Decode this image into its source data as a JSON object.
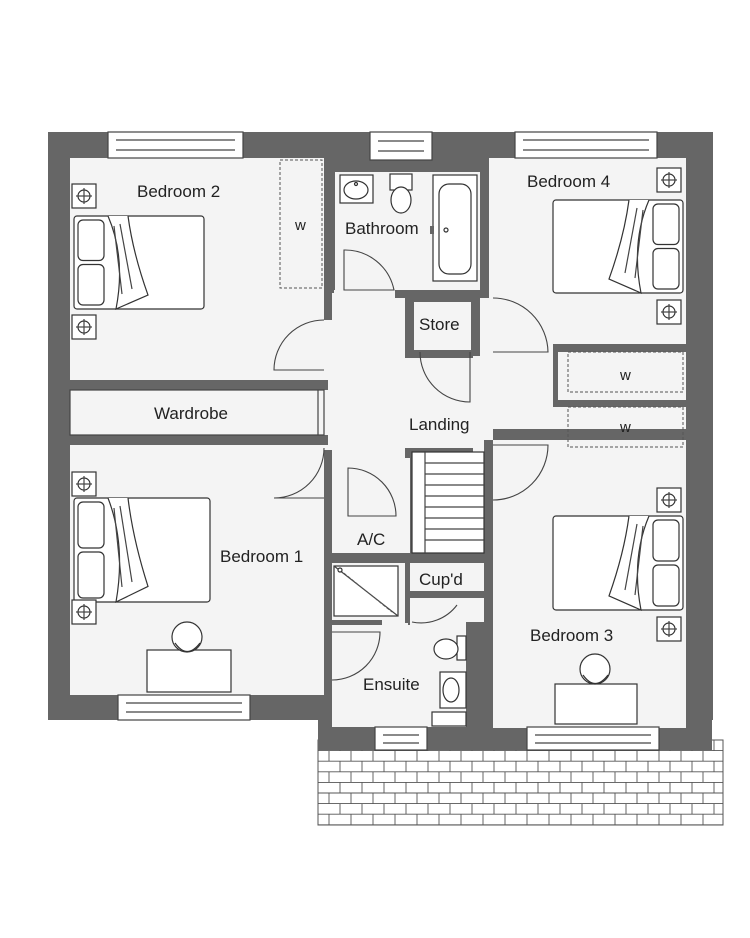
{
  "rooms": {
    "bedroom2": "Bedroom 2",
    "bathroom": "Bathroom",
    "bedroom4": "Bedroom 4",
    "store": "Store",
    "wardrobe": "Wardrobe",
    "landing": "Landing",
    "bedroom1": "Bedroom 1",
    "ac": "A/C",
    "cupd": "Cup'd",
    "ensuite": "Ensuite",
    "bedroom3": "Bedroom 3"
  },
  "wardrobe_marks": {
    "bedroom2": "w",
    "bedroom4": "w",
    "bedroom3": "w"
  },
  "colors": {
    "wall": "#666666",
    "floor": "#f4f4f4",
    "line": "#444444"
  },
  "icons": [
    "double-bed-icon",
    "socket-icon",
    "toilet-icon",
    "basin-icon",
    "bath-icon",
    "shower-icon",
    "desk-chair-icon",
    "staircase-icon",
    "brick-paving-icon"
  ]
}
